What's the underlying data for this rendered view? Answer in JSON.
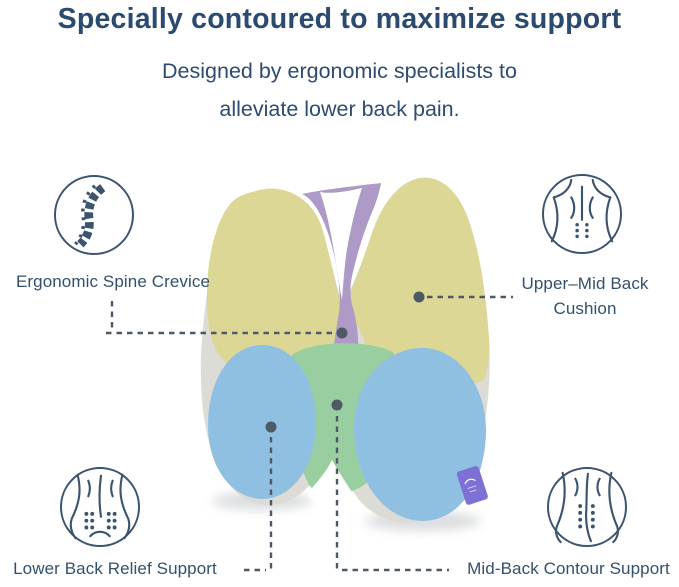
{
  "header": {
    "title": "Specially contoured to maximize support",
    "subtitle_line1": "Designed by ergonomic specialists to",
    "subtitle_line2": "alleviate lower back pain."
  },
  "callouts": {
    "spine_crevice": {
      "label": "Ergonomic Spine Crevice",
      "icon": "spine-icon"
    },
    "upper_mid_back": {
      "label_line1": "Upper–Mid Back",
      "label_line2": "Cushion",
      "icon": "upper-back-icon"
    },
    "lower_back": {
      "label": "Lower Back Relief Support",
      "icon": "lower-back-icon"
    },
    "mid_back": {
      "label": "Mid-Back Contour Support",
      "icon": "mid-back-icon"
    }
  },
  "colors": {
    "text_navy": "#2b4a70",
    "icon_stroke_navy": "#3d546f",
    "callout_line_gray": "#4d5a66",
    "pillow_base_gray": "#dcdbd6",
    "pillow_yellow": "#ddd795",
    "pillow_purple": "#ae9ac6",
    "pillow_blue": "#8fc0e2",
    "pillow_green": "#99cfa0",
    "tag_purple": "#7d71d6",
    "background": "#ffffff"
  }
}
